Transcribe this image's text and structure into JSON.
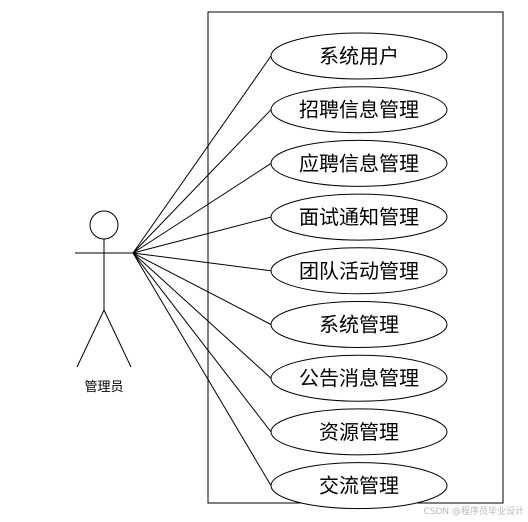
{
  "actor": {
    "label": "管理员"
  },
  "use_cases": [
    {
      "label": "系统用户"
    },
    {
      "label": "招聘信息管理"
    },
    {
      "label": "应聘信息管理"
    },
    {
      "label": "面试通知管理"
    },
    {
      "label": "团队活动管理"
    },
    {
      "label": "系统管理"
    },
    {
      "label": "公告消息管理"
    },
    {
      "label": "资源管理"
    },
    {
      "label": "交流管理"
    }
  ],
  "watermark": "CSDN @程序员毕业设计"
}
